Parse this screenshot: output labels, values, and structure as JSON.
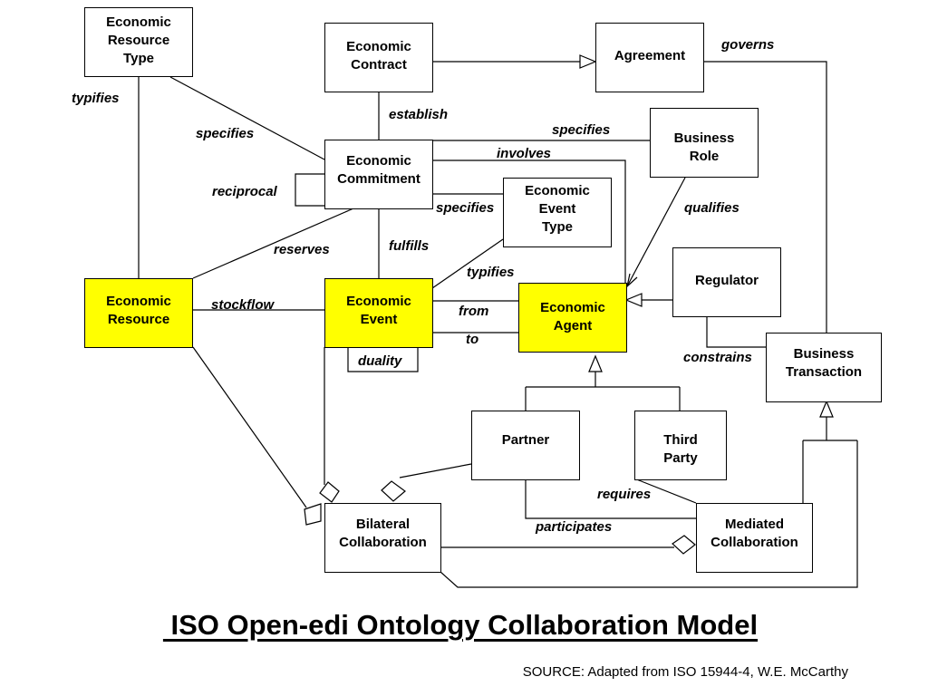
{
  "title": " ISO Open-edi Ontology Collaboration Model",
  "source": "SOURCE: Adapted from ISO 15944-4, W.E. McCarthy",
  "colors": {
    "highlight": "#ffff00",
    "line": "#000000",
    "background": "#ffffff"
  },
  "nodes": {
    "economic_resource_type": "Economic\nResource\nType",
    "economic_contract": "Economic\nContract",
    "agreement": "Agreement",
    "economic_commitment": "Economic\nCommitment",
    "business_role": "Business\nRole",
    "economic_event_type": "Economic\nEvent\nType",
    "regulator": "Regulator",
    "economic_resource": "Economic\nResource",
    "economic_event": "Economic\nEvent",
    "economic_agent": "Economic\nAgent",
    "business_transaction": "Business\nTransaction",
    "duality": "duality",
    "partner": "Partner",
    "third_party": "Third\nParty",
    "bilateral_collaboration": "Bilateral\nCollaboration",
    "mediated_collaboration": "Mediated\nCollaboration"
  },
  "relations": {
    "governs": "governs",
    "typifies_left": "typifies",
    "establish": "establish",
    "specifies_right": "specifies",
    "specifies_left": "specifies",
    "involves": "involves",
    "reciprocal": "reciprocal",
    "specifies_mid": "specifies",
    "qualifies": "qualifies",
    "reserves": "reserves",
    "fulfills": "fulfills",
    "typifies_mid": "typifies",
    "stockflow": "stockflow",
    "from": "from",
    "to": "to",
    "constrains": "constrains",
    "requires": "requires",
    "participates": "participates"
  }
}
